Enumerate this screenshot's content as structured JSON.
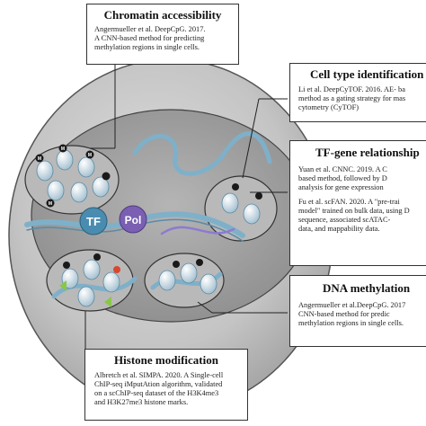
{
  "boxes": {
    "chromatin": {
      "title": "Chromatin accessibility",
      "lines": [
        "Angermueller et al. DeepCpG. 2017.",
        "A CNN-based method for predicting",
        "methylation regions in single cells."
      ]
    },
    "celltype": {
      "title": "Cell type identification",
      "lines": [
        "Li et al. DeepCyTOF. 2016. AE- ba",
        "method as a gating strategy for mas",
        "cytometry (CyTOF)"
      ]
    },
    "tfgene": {
      "title": "TF-gene relationship",
      "lines": [
        "Yuan et al. CNNC. 2019. A C",
        "based method, followed by D",
        "analysis for gene expression",
        "",
        "Fu et al. scFAN. 2020. A \"pre-trai",
        "model\" trained on bulk data, using D",
        "sequence, associated scATAC-",
        "data, and mappability data."
      ]
    },
    "dnameth": {
      "title": "DNA methylation",
      "lines": [
        "Angermueller et al.DeepCpG. 2017",
        "CNN-based method for predic",
        "methylation regions in single cells."
      ]
    },
    "histone": {
      "title": "Histone modification",
      "lines": [
        "Albretch et al. SIMPA. 2020. A Single-cell",
        "ChIP-seq iMputAtion algorithm, validated",
        "on a scChIP-seq dataset of the H3K4me3",
        "and H3K27me3 histone marks."
      ]
    }
  },
  "diagram": {
    "tf_label": "TF",
    "pol_label": "Pol",
    "methyl_mark": "M"
  },
  "colors": {
    "cell_fill": "#c9c9c9",
    "nucleus_fill": "#9c9c9c",
    "dna": "#7fb0c9",
    "tf_fill": "#4a8cb0",
    "pol_fill": "#7a5fb3",
    "mark_black": "#1a1a1a",
    "mark_green": "#8ac64a",
    "mark_red": "#d9472f",
    "nucleosome": "#dfe9ef"
  }
}
